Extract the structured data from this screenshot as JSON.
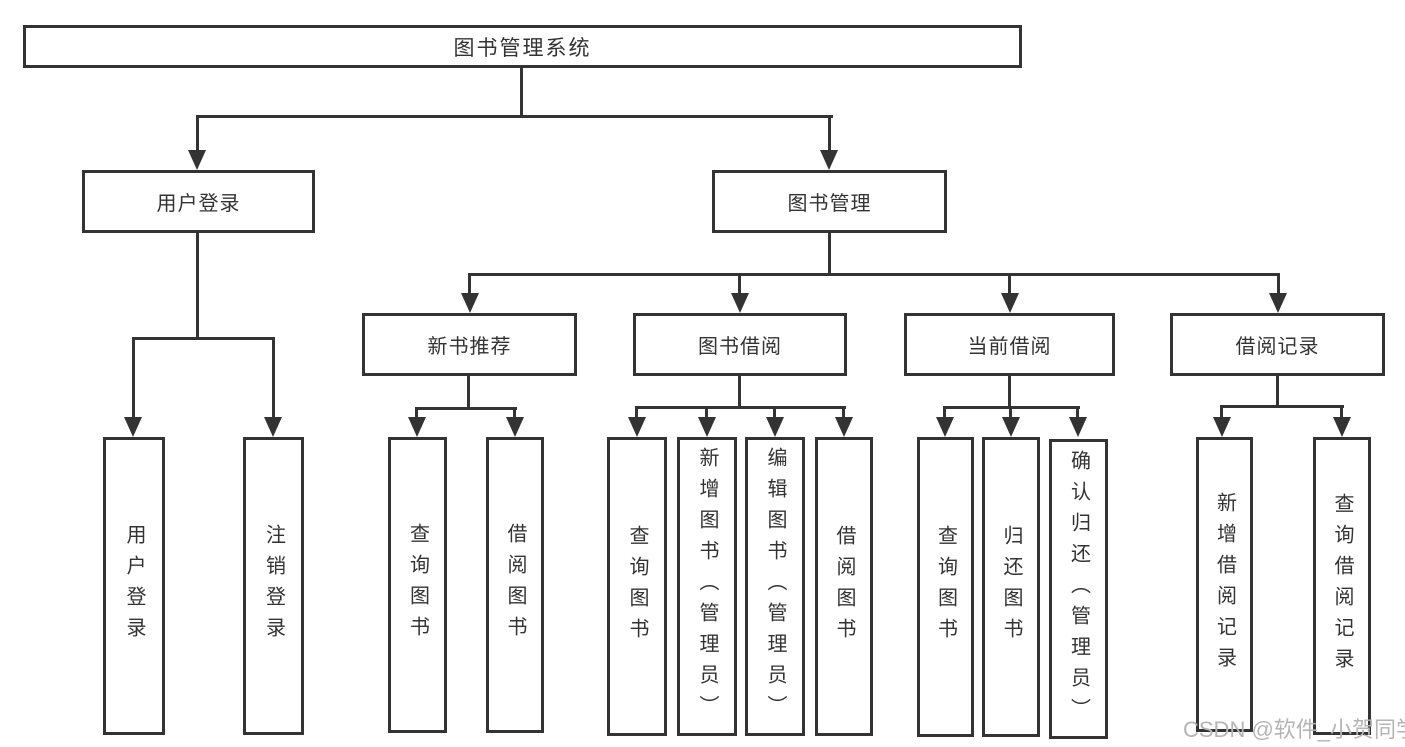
{
  "root": {
    "label": "图书管理系统"
  },
  "branches": {
    "user_login": {
      "label": "用户登录",
      "children": [
        "用户登录",
        "注销登录"
      ]
    },
    "book_management": {
      "label": "图书管理"
    }
  },
  "modules": [
    {
      "label": "新书推荐",
      "children": [
        "查询图书",
        "借阅图书"
      ]
    },
    {
      "label": "图书借阅",
      "children": [
        "查询图书",
        "新增图书（管理员）",
        "编辑图书（管理员）",
        "借阅图书"
      ]
    },
    {
      "label": "当前借阅",
      "children": [
        "查询图书",
        "归还图书",
        "确认归还（管理员）"
      ]
    },
    {
      "label": "借阅记录",
      "children": [
        "新增借阅记录",
        "查询借阅记录"
      ]
    }
  ],
  "watermark": "CSDN @软件_小贺同学",
  "colors": {
    "line": "#333333",
    "text": "#333333",
    "watermark": "#b5b5b5",
    "background": "#ffffff"
  }
}
